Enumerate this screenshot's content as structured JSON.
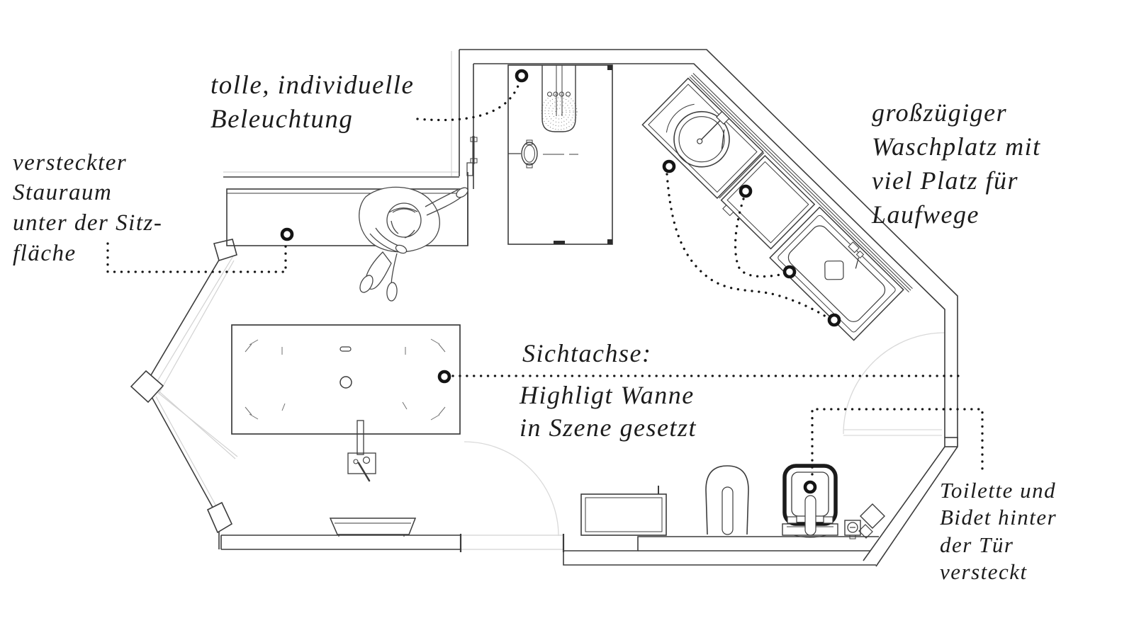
{
  "annotations": {
    "beleuchtung": {
      "lines": [
        "tolle, individuelle",
        "Beleuchtung"
      ]
    },
    "stauraum": {
      "lines": [
        "versteckter",
        "Stauraum",
        "unter der Sitz-",
        "fläche"
      ]
    },
    "waschplatz": {
      "lines": [
        "großzügiger",
        "Waschplatz mit",
        "viel Platz für",
        "Laufwege"
      ]
    },
    "sichtachse": {
      "lines": [
        "Sichtachse:",
        "Highligt Wanne",
        "in Szene gesetzt"
      ]
    },
    "toilette": {
      "lines": [
        "Toilette und",
        "Bidet hinter",
        "der Tür",
        "versteckt"
      ]
    }
  },
  "colors": {
    "paper": "#ffffff",
    "ink": "#1c1c1c",
    "wall": "#3c3c3c",
    "faint": "#d2d2d2",
    "marker": "#141414"
  },
  "fixtures": [
    "bench-seat",
    "person-top-view",
    "shower",
    "rain-shower-panel",
    "hand-shower-holder",
    "shower-door-handle",
    "round-washbasin",
    "vanity-cabinet",
    "counter-washbasin",
    "bathtub",
    "floor-tub-filler",
    "vessel-bowl",
    "low-cabinet",
    "bidet",
    "toilet",
    "floor-connection-box",
    "wall-holder",
    "door-swing-left",
    "door-swing-right"
  ]
}
